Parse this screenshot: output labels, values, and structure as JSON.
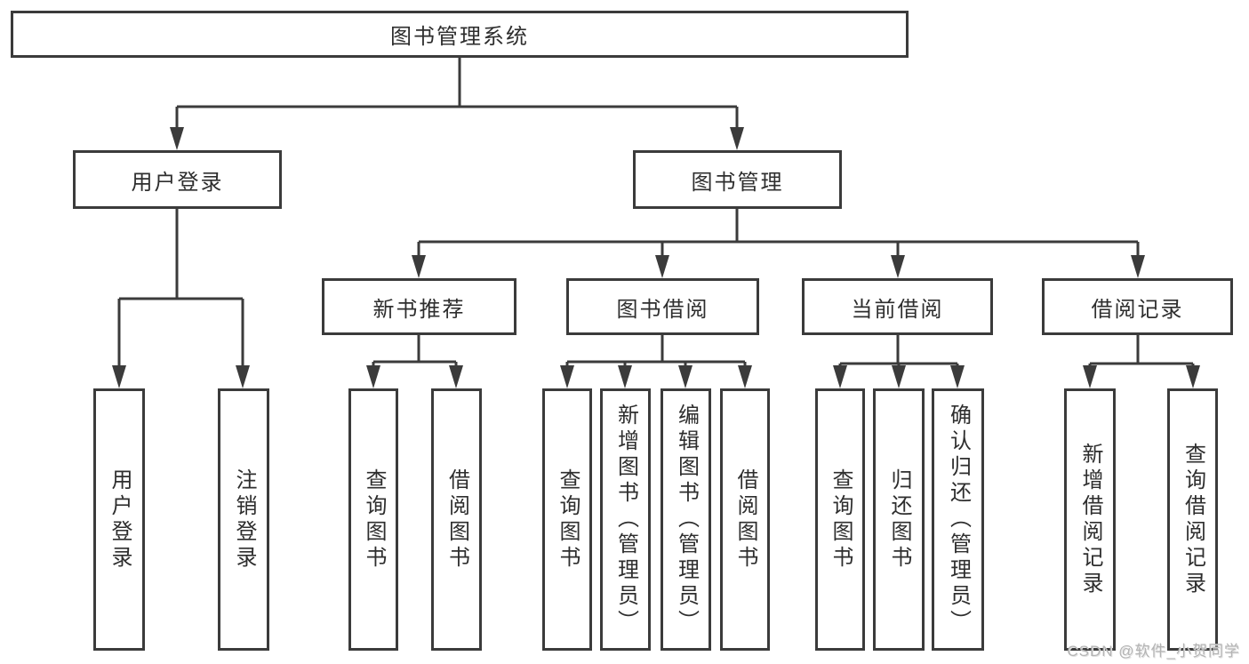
{
  "diagram_title": "图书管理系统",
  "nodes": {
    "root": {
      "label": "图书管理系统"
    },
    "user_login": {
      "label": "用户登录"
    },
    "book_mgmt": {
      "label": "图书管理"
    },
    "new_book_rec": {
      "label": "新书推荐"
    },
    "book_borrow": {
      "label": "图书借阅"
    },
    "current_borrow": {
      "label": "当前借阅"
    },
    "borrow_records": {
      "label": "借阅记录"
    },
    "leaf_user_login": {
      "label": "用户登录"
    },
    "leaf_logout": {
      "label": "注销登录"
    },
    "leaf_rec_query_book": {
      "label": "查询图书"
    },
    "leaf_rec_borrow_book": {
      "label": "借阅图书"
    },
    "leaf_bb_query_book": {
      "label": "查询图书"
    },
    "leaf_bb_add_book": {
      "label": "新增图书（管理员）"
    },
    "leaf_bb_edit_book": {
      "label": "编辑图书（管理员）"
    },
    "leaf_bb_borrow_book": {
      "label": "借阅图书"
    },
    "leaf_cb_query_book": {
      "label": "查询图书"
    },
    "leaf_cb_return_book": {
      "label": "归还图书"
    },
    "leaf_cb_confirm_return": {
      "label": "确认归还（管理员）"
    },
    "leaf_br_add_record": {
      "label": "新增借阅记录"
    },
    "leaf_br_query_record": {
      "label": "查询借阅记录"
    }
  },
  "watermark": "CSDN @软件_小贺同学",
  "colors": {
    "line": "#3b3b3b",
    "box_border": "#3b3b3b",
    "box_background": "#ffffff",
    "text": "#2e2e2e",
    "watermark": "#b4b4b4",
    "background": "#ffffff"
  }
}
